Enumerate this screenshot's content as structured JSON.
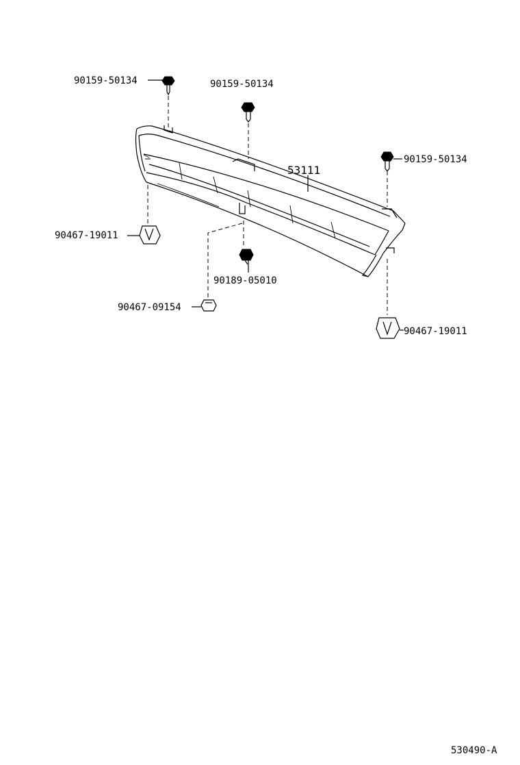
{
  "diagram": {
    "main_part": "53111",
    "callouts": [
      {
        "id": "screw-top-left",
        "label": "90159-50134"
      },
      {
        "id": "screw-top-center",
        "label": "90159-50134"
      },
      {
        "id": "screw-right",
        "label": "90159-50134"
      },
      {
        "id": "clip-left",
        "label": "90467-19011"
      },
      {
        "id": "clip-center",
        "label": "90189-05010"
      },
      {
        "id": "clip-lower",
        "label": "90467-09154"
      },
      {
        "id": "clip-right",
        "label": "90467-19011"
      }
    ],
    "figure_code": "530490-A"
  }
}
